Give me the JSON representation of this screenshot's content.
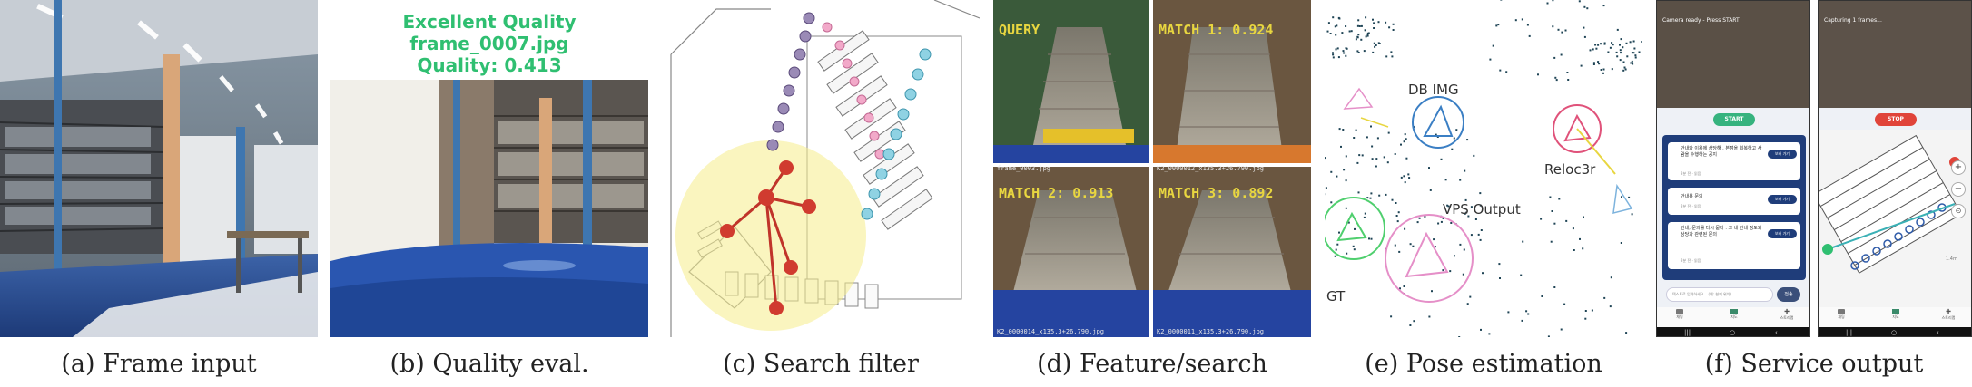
{
  "captions": {
    "a": "(a) Frame input",
    "b": "(b) Quality eval.",
    "c": "(c) Search filter",
    "d": "(d) Feature/search",
    "e": "(e) Pose estimation",
    "f": "(f) Service output"
  },
  "quality": {
    "line1": "Excellent Quality",
    "line2": "frame_0007.jpg",
    "line3": "Quality: 0.413",
    "color": "#2fbf71"
  },
  "matches": {
    "query": "QUERY",
    "m1": "MATCH 1: 0.924",
    "m2": "MATCH 2: 0.913",
    "m3": "MATCH 3: 0.892",
    "query_file": "frame_0003.jpg",
    "m1_file": "K2_0000012_x135.3+26.790.jpg",
    "m2_file": "K2_0000014_x135.3+26.790.jpg",
    "m3_file": "K2_0000011_x135.3+26.790.jpg",
    "label_color": "#e8d640"
  },
  "pose": {
    "db_img": "DB IMG",
    "reloc": "Reloc3r",
    "vps": "VPS Output",
    "gt": "GT",
    "colors": {
      "db": "#3b7fc4",
      "reloc": "#e0527a",
      "vps": "#e58fc8",
      "gt": "#4fcf6e"
    }
  },
  "phone1": {
    "status": "Camera ready - Press START",
    "button": "START",
    "button_color": "#36b37e",
    "msg1": "안내와 이용에 상당해 . 본점을 회복하고 사람을 수행하는 공지",
    "msg1_meta": "2분 전 · 읽음",
    "msg2": "안내용 문의",
    "msg2_meta": "2분 전 · 읽음",
    "msg3": "안내, 문의를 다시 묻다 . 고 내 안내 정도와 상당과 관련된 문의",
    "msg3_meta": "2분 전 · 읽음",
    "chip": "보러 가기",
    "input_placeholder": "텍스트로 입력하세요... (예: 현재 위치)",
    "send": "전송",
    "nav": [
      "채팅",
      "지도",
      "스토리맵"
    ]
  },
  "phone2": {
    "status": "Capturing 1 frames...",
    "button": "STOP",
    "button_color": "#e0443a",
    "nav": [
      "채팅",
      "지도",
      "스토리맵"
    ],
    "map_badge": "1.4m"
  }
}
